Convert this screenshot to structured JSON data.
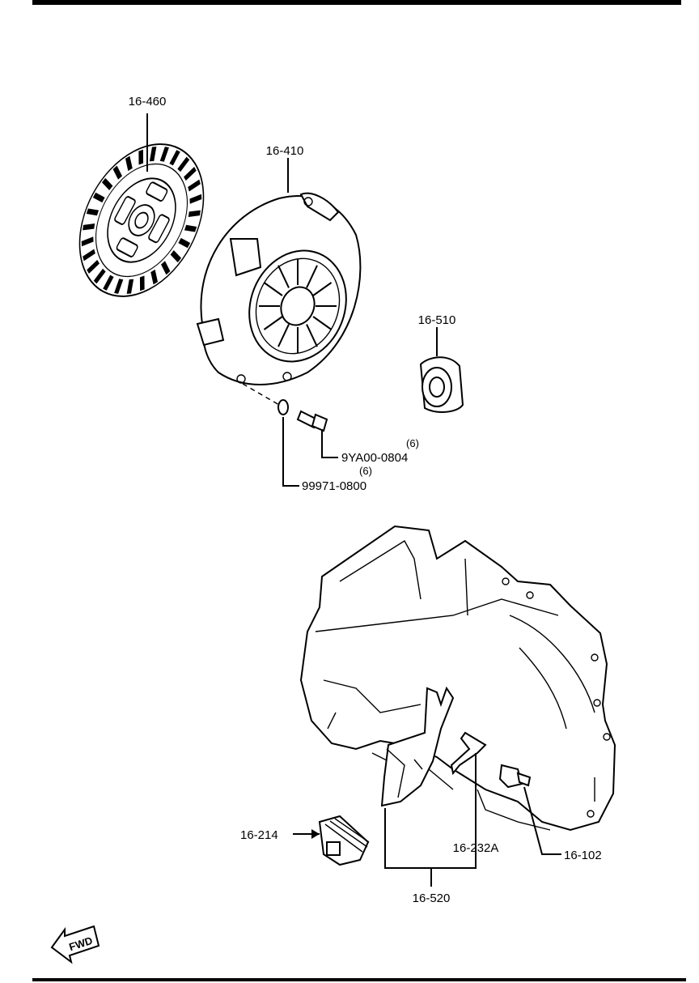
{
  "diagram": {
    "parts": [
      {
        "id": "clutch-disc",
        "callout": "16-460"
      },
      {
        "id": "clutch-cover",
        "callout": "16-410"
      },
      {
        "id": "release-bearing",
        "callout": "16-510"
      },
      {
        "id": "cover-bolt",
        "callout": "9YA00-0804",
        "qty": "(6)"
      },
      {
        "id": "lock-washer",
        "callout": "99971-0800",
        "qty": "(6)"
      },
      {
        "id": "boot",
        "callout": "16-214"
      },
      {
        "id": "spring",
        "callout": "16-232A"
      },
      {
        "id": "bolt",
        "callout": "16-102"
      },
      {
        "id": "release-fork",
        "callout": "16-520"
      }
    ],
    "fwd_label": "FWD"
  }
}
